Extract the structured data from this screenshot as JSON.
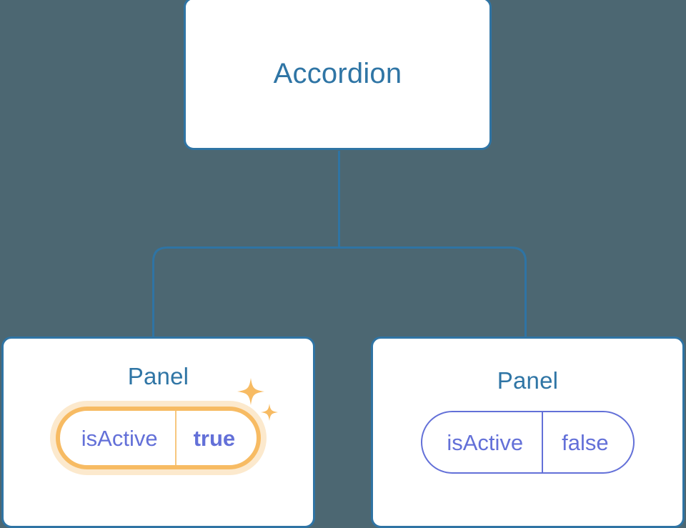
{
  "diagram": {
    "type": "component-tree",
    "background_color": "#4c6772",
    "node_border_color": "#2f74a4",
    "node_title_color": "#2f75a5",
    "prop_color": "#6370d8",
    "highlight_color": "#f7bb63",
    "connector_color": "#2f74a4"
  },
  "root": {
    "title": "Accordion"
  },
  "children": [
    {
      "title": "Panel",
      "highlighted": true,
      "prop": {
        "key": "isActive",
        "value": "true",
        "value_bold": true
      },
      "sparkle_large": "sparkle-icon",
      "sparkle_small": "sparkle-icon"
    },
    {
      "title": "Panel",
      "highlighted": false,
      "prop": {
        "key": "isActive",
        "value": "false",
        "value_bold": false
      }
    }
  ]
}
